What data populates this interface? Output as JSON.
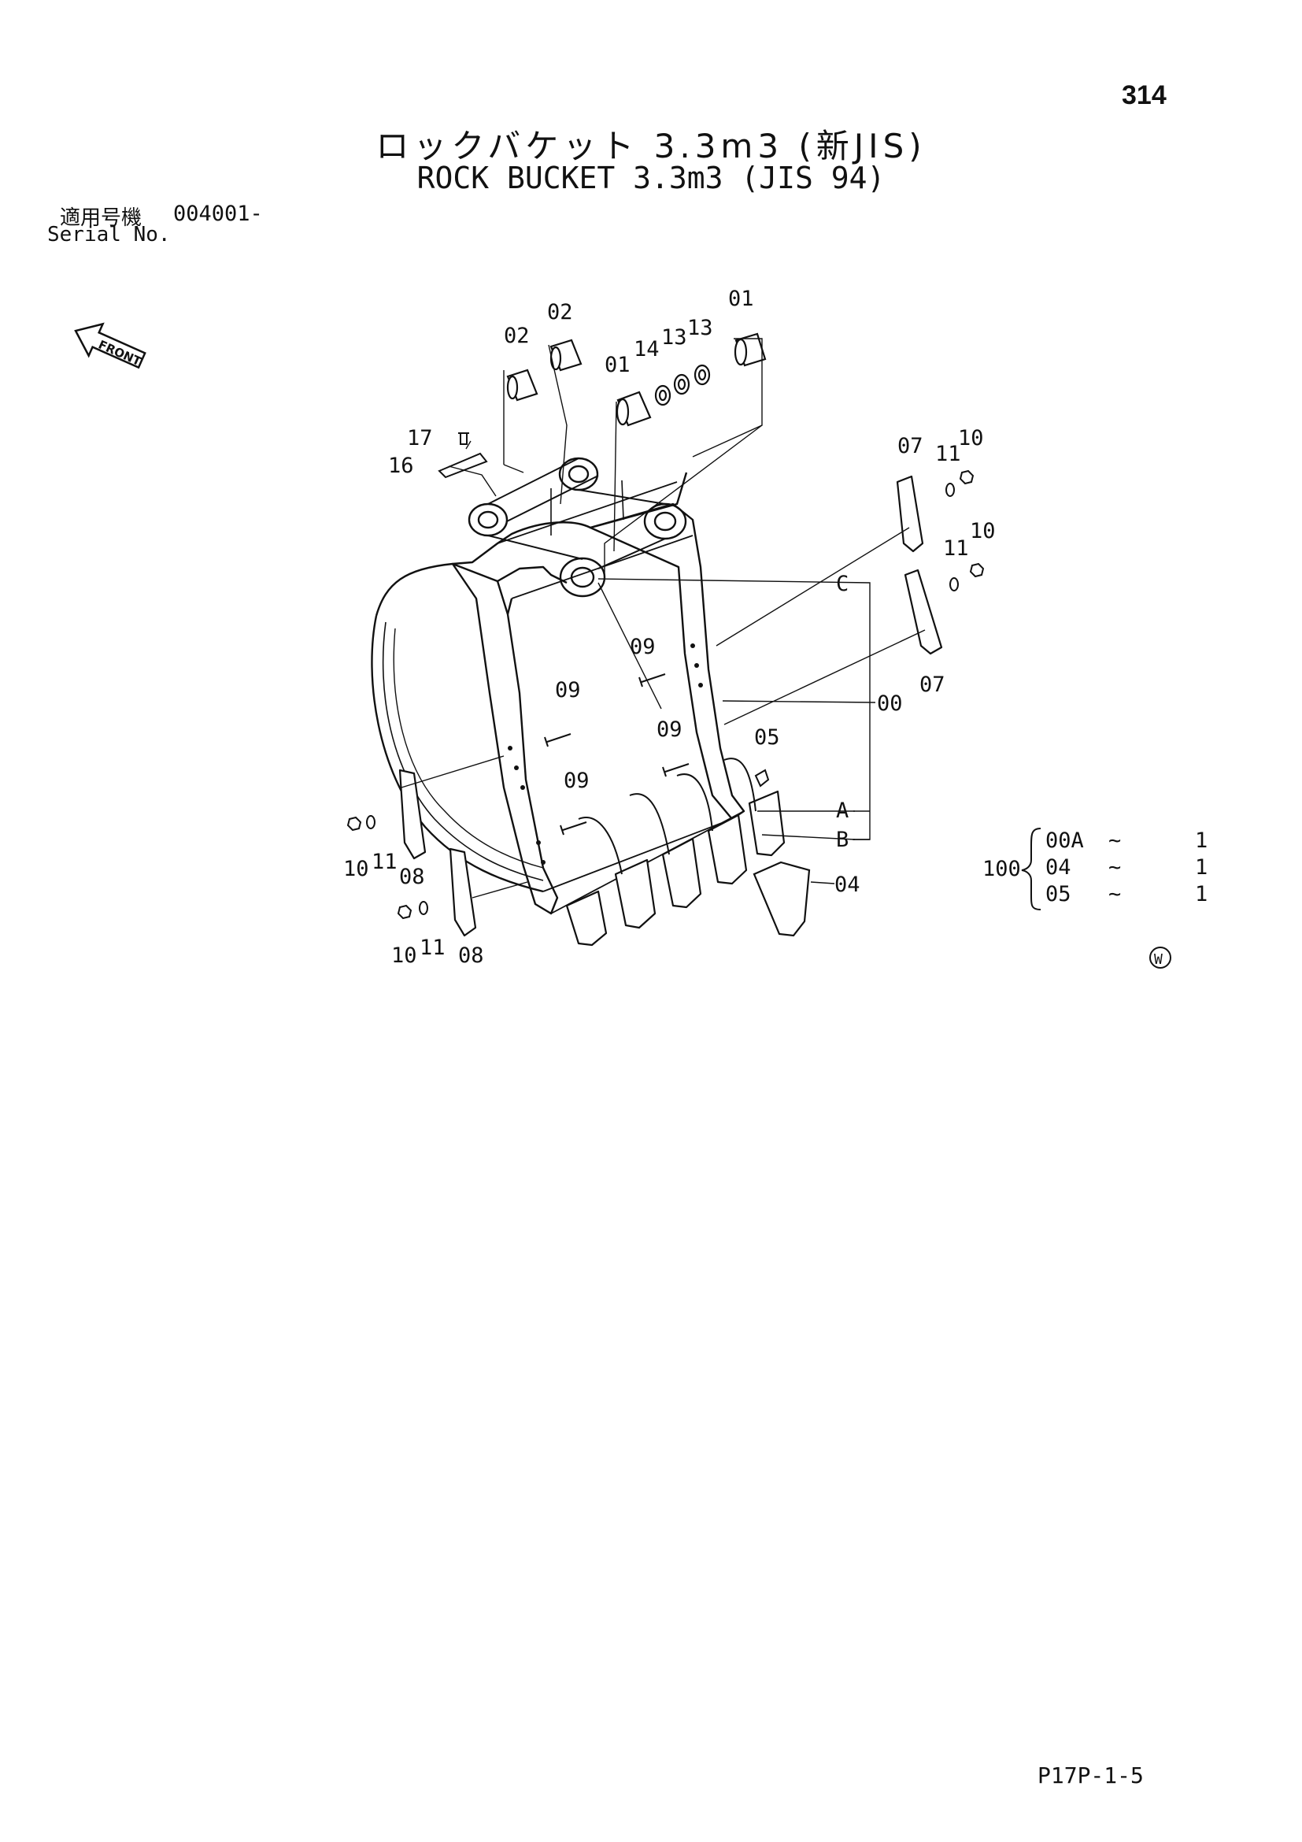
{
  "page_number": "314",
  "title_jp": "ロックバケット 3.3m3 (新JIS)",
  "title_en": "ROCK BUCKET 3.3m3 (JIS 94)",
  "serial": {
    "label_jp": "適用号機",
    "value": "004001-",
    "label_en": "Serial No."
  },
  "front_label": "FRONT",
  "callouts": {
    "c01a": "01",
    "c01b": "01",
    "c02a": "02",
    "c02b": "02",
    "c13a": "13",
    "c13b": "13",
    "c14": "14",
    "c17": "17",
    "c16": "16",
    "c07a": "07",
    "c07b": "07",
    "c10a": "10",
    "c10b": "10",
    "c10c": "10",
    "c10d": "10",
    "c11a": "11",
    "c11b": "11",
    "c11c": "11",
    "c11d": "11",
    "c09a": "09",
    "c09b": "09",
    "c09c": "09",
    "c09d": "09",
    "c05": "05",
    "c04": "04",
    "c00": "00",
    "c08a": "08",
    "c08b": "08",
    "cC": "C",
    "cA": "A",
    "cB": "B"
  },
  "set_table": {
    "parent": "100",
    "rows": [
      {
        "part": "00A",
        "sep": "~",
        "qty": "1"
      },
      {
        "part": "04",
        "sep": "~",
        "qty": "1"
      },
      {
        "part": "05",
        "sep": "~",
        "qty": "1"
      }
    ]
  },
  "mark": "W",
  "footer_code": "P17P-1-5"
}
